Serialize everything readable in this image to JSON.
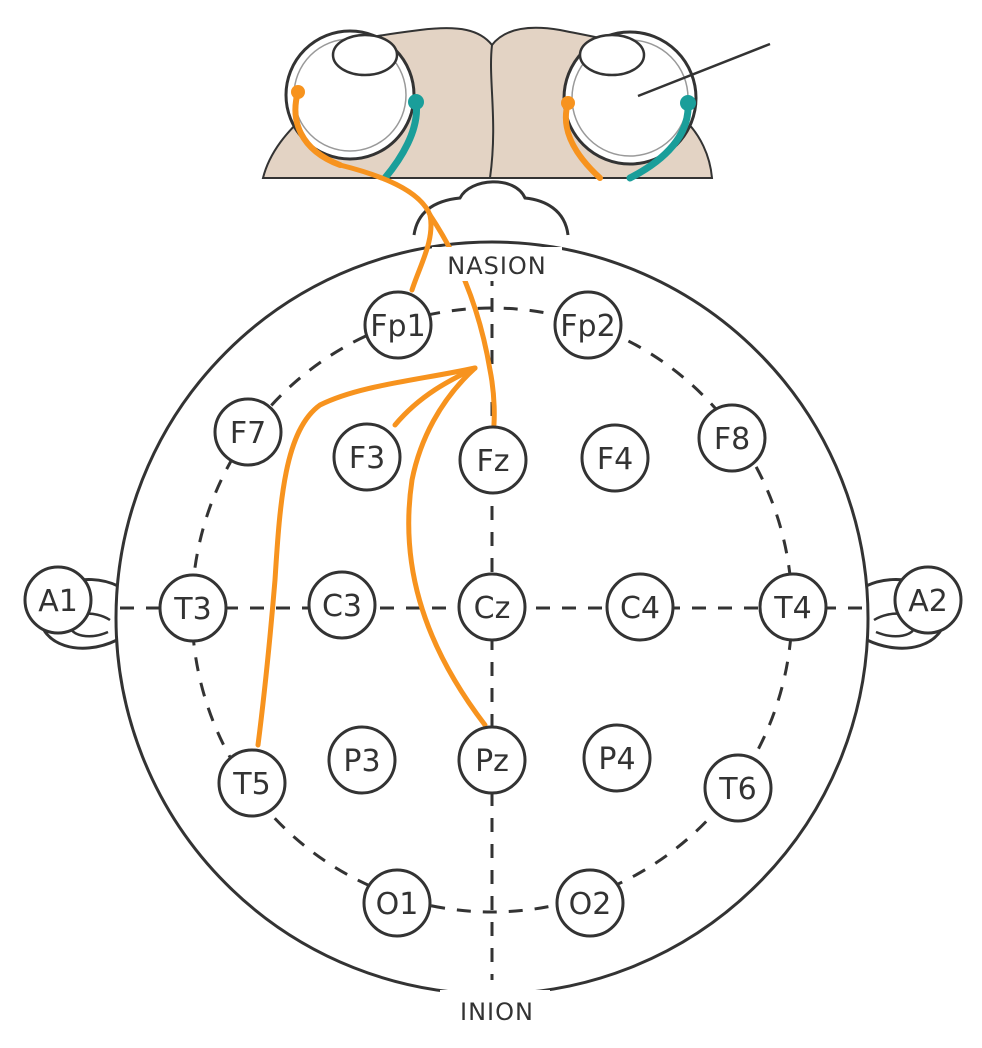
{
  "landmarks": {
    "top": "NASION",
    "bottom": "INION"
  },
  "electrodes": [
    {
      "id": "fp1",
      "label": "Fp1"
    },
    {
      "id": "fp2",
      "label": "Fp2"
    },
    {
      "id": "f7",
      "label": "F7"
    },
    {
      "id": "f3",
      "label": "F3"
    },
    {
      "id": "fz",
      "label": "Fz"
    },
    {
      "id": "f4",
      "label": "F4"
    },
    {
      "id": "f8",
      "label": "F8"
    },
    {
      "id": "a1",
      "label": "A1"
    },
    {
      "id": "t3",
      "label": "T3"
    },
    {
      "id": "c3",
      "label": "C3"
    },
    {
      "id": "cz",
      "label": "Cz"
    },
    {
      "id": "c4",
      "label": "C4"
    },
    {
      "id": "t4",
      "label": "T4"
    },
    {
      "id": "a2",
      "label": "A2"
    },
    {
      "id": "t5",
      "label": "T5"
    },
    {
      "id": "p3",
      "label": "P3"
    },
    {
      "id": "pz",
      "label": "Pz"
    },
    {
      "id": "p4",
      "label": "P4"
    },
    {
      "id": "t6",
      "label": "T6"
    },
    {
      "id": "o1",
      "label": "O1"
    },
    {
      "id": "o2",
      "label": "O2"
    }
  ],
  "colors": {
    "outline": "#333333",
    "nerve_orange": "#f7931e",
    "nerve_teal": "#1a9e9a",
    "brain_tissue": "#e3d3c4"
  }
}
